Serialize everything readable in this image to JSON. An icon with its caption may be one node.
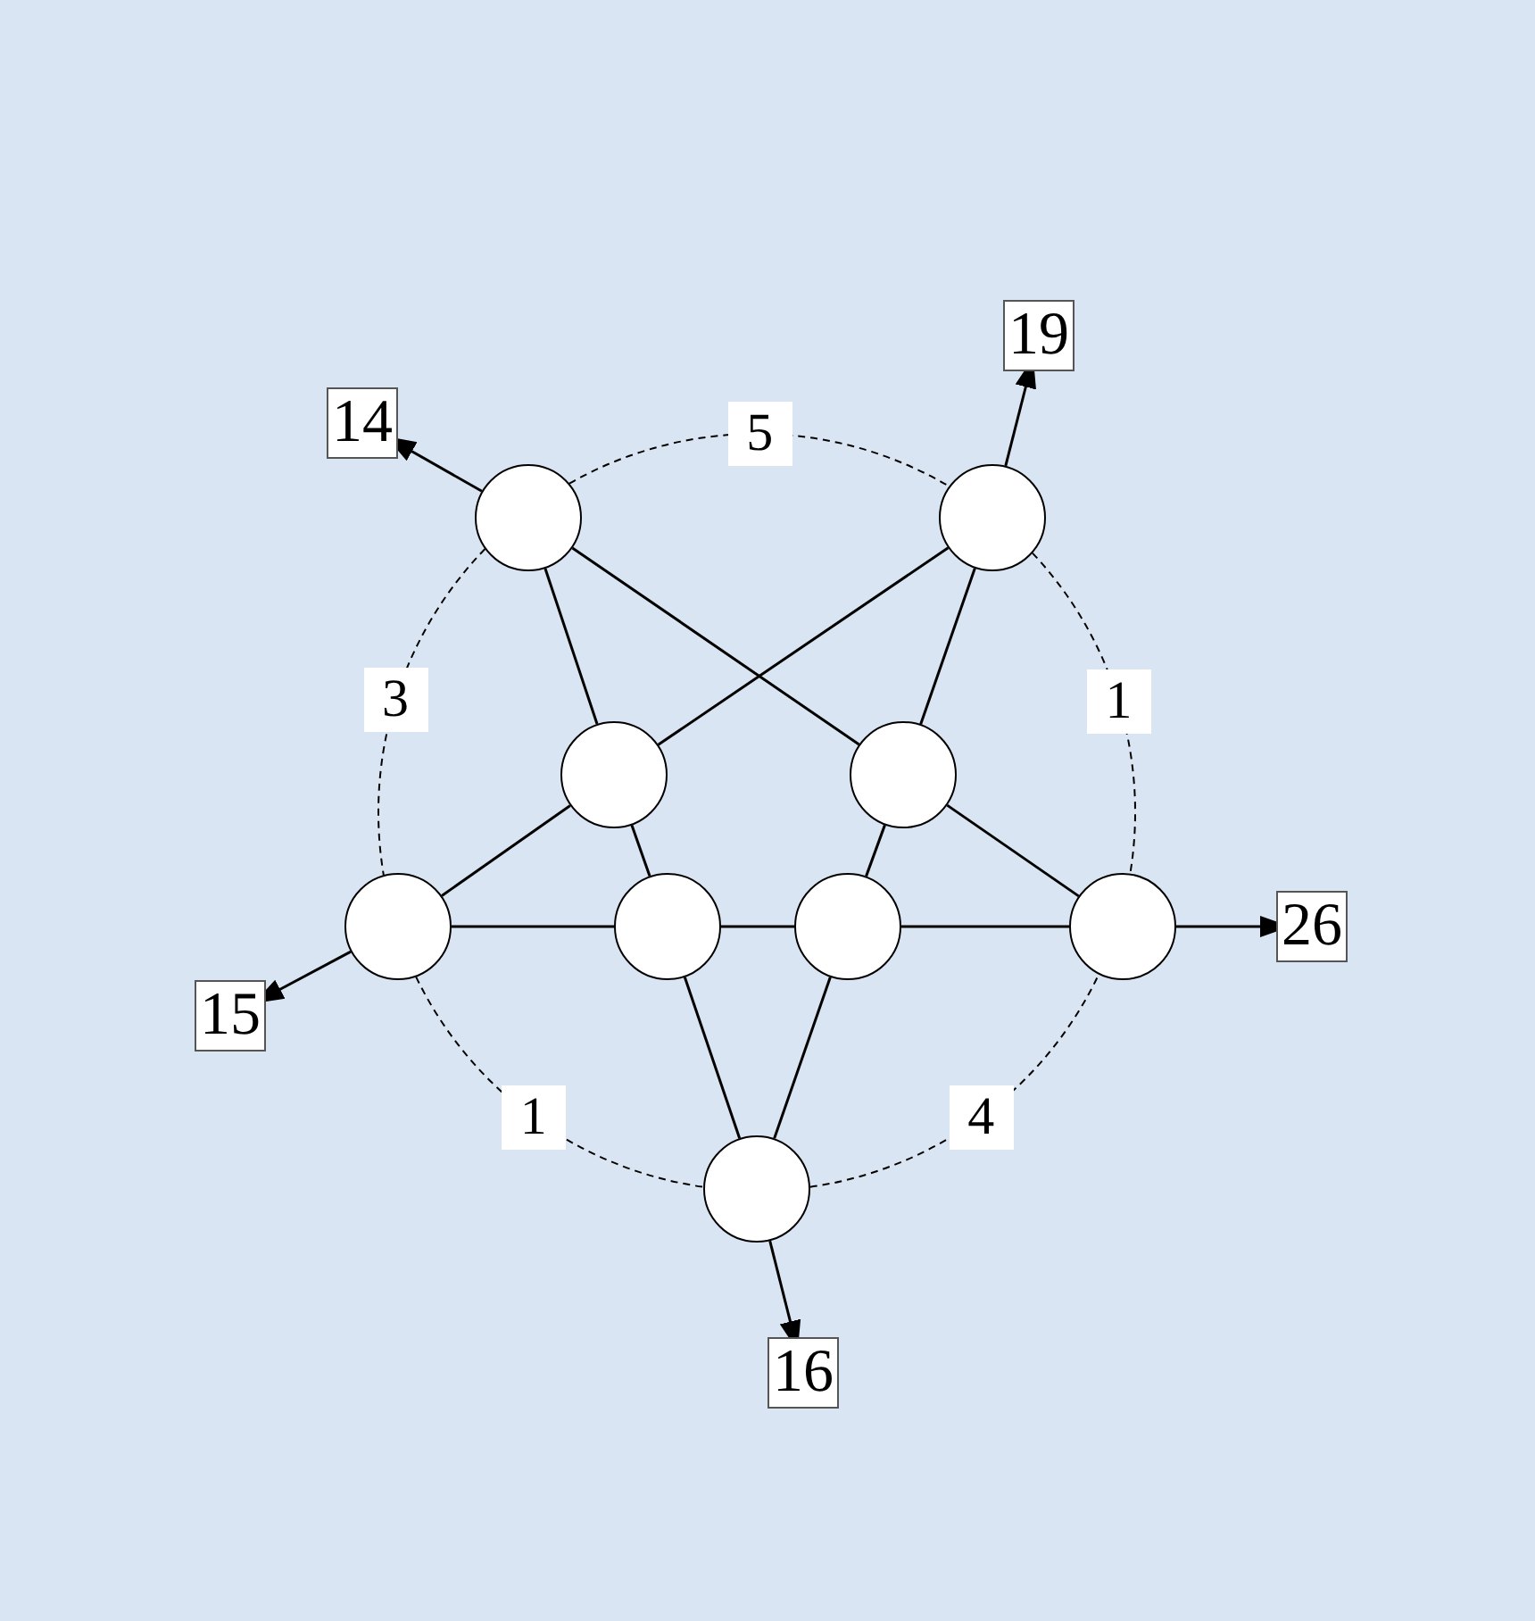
{
  "diagram": {
    "nodes": [
      {
        "text": [
          "14"
        ]
      },
      {
        "text": [
          "19"
        ]
      },
      {
        "text": [],
        "shape": "circle"
      },
      {
        "text": [],
        "shape": "circle"
      },
      {
        "text": [],
        "shape": "circle"
      },
      {
        "text": [],
        "shape": "circle"
      },
      {
        "text": [],
        "shape": "circle"
      },
      {
        "text": [],
        "shape": "circle"
      },
      {
        "text": [],
        "shape": "circle"
      },
      {
        "text": [],
        "shape": "circle"
      },
      {
        "text": [
          "26"
        ]
      },
      {
        "text": [
          "15"
        ]
      },
      {
        "text": [],
        "shape": "circle"
      },
      {
        "text": [
          "16"
        ]
      }
    ],
    "edges": [
      {
        "from": 2,
        "to": 0,
        "arrow": "to"
      },
      {
        "from": 3,
        "to": 1,
        "arrow": "to"
      },
      {
        "from": 9,
        "to": 10,
        "arrow": "to"
      },
      {
        "from": 6,
        "to": 11,
        "arrow": "to"
      },
      {
        "from": 12,
        "to": 13,
        "arrow": "to"
      },
      {
        "from": 2,
        "to": 4,
        "arrow": "none"
      },
      {
        "from": 4,
        "to": 7,
        "arrow": "none"
      },
      {
        "from": 7,
        "to": 12,
        "arrow": "none"
      },
      {
        "from": 2,
        "to": 5,
        "arrow": "none"
      },
      {
        "from": 5,
        "to": 9,
        "arrow": "none"
      },
      {
        "from": 3,
        "to": 4,
        "arrow": "none"
      },
      {
        "from": 4,
        "to": 6,
        "arrow": "none"
      },
      {
        "from": 3,
        "to": 5,
        "arrow": "none"
      },
      {
        "from": 5,
        "to": 8,
        "arrow": "none"
      },
      {
        "from": 8,
        "to": 12,
        "arrow": "none"
      },
      {
        "from": 6,
        "to": 7,
        "arrow": "none"
      },
      {
        "from": 7,
        "to": 8,
        "arrow": "none"
      },
      {
        "from": 8,
        "to": 9,
        "arrow": "none"
      },
      {
        "from": 2,
        "to": 3,
        "arrow": "none",
        "label": "5",
        "style": "dashed"
      },
      {
        "from": 2,
        "to": 6,
        "arrow": "none",
        "label": "3",
        "style": "dashed"
      },
      {
        "from": 3,
        "to": 9,
        "arrow": "none",
        "label": "1",
        "style": "dashed"
      },
      {
        "from": 6,
        "to": 12,
        "arrow": "none",
        "label": "1",
        "style": "dashed"
      },
      {
        "from": 12,
        "to": 9,
        "arrow": "none",
        "label": "4",
        "style": "dashed"
      }
    ]
  }
}
